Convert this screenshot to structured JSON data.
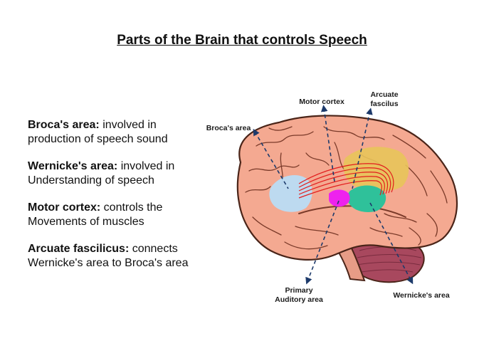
{
  "title": "Parts of the Brain that controls Speech",
  "legend": [
    {
      "term": "Broca's area:",
      "text": " involved in",
      "line2": "production of speech sound"
    },
    {
      "term": "Wernicke's area:",
      "text": " involved in",
      "line2": "Understanding of speech"
    },
    {
      "term": "Motor cortex:",
      "text": " controls the",
      "line2": "Movements of muscles"
    },
    {
      "term": "Arcuate fascilicus:",
      "text": " connects",
      "line2": "Wernicke's area to Broca's area"
    }
  ],
  "labels": {
    "motor_cortex": "Motor cortex",
    "arcuate_line1": "Arcuate",
    "arcuate_line2": "fascilus",
    "brocas_area": "Broca's area",
    "primary_line1": "Primary",
    "primary_line2": "Auditory area",
    "wernickes_area": "Wernicke's area"
  },
  "colors": {
    "brain": "#f4a991",
    "brain_outline": "#4a2418",
    "cerebellum": "#a8485e",
    "brocas_area": "#b9dcf5",
    "wernickes_area": "#2fc19a",
    "primary_auditory_area": "#ee22ee",
    "motor_cortex": "#e8c45a",
    "arcuate_fasciculus": "#e21d1d",
    "pointer_lines": "#1d3a6b"
  }
}
